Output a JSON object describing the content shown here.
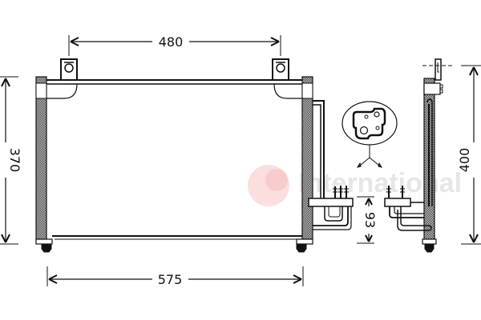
{
  "drawing": {
    "subject": "A/C condenser technical drawing",
    "dimensions": {
      "top_bracket_spacing": "480",
      "core_height": "370",
      "overall_width": "575",
      "side_height": "400",
      "fitting_height": "93"
    },
    "watermark": {
      "text": "International",
      "logo_color": "#f6c9c9",
      "text_color": "#e6e6e6"
    },
    "colors": {
      "line": "#111111",
      "hatch": "#9a9a9a",
      "background": "#ffffff"
    }
  }
}
